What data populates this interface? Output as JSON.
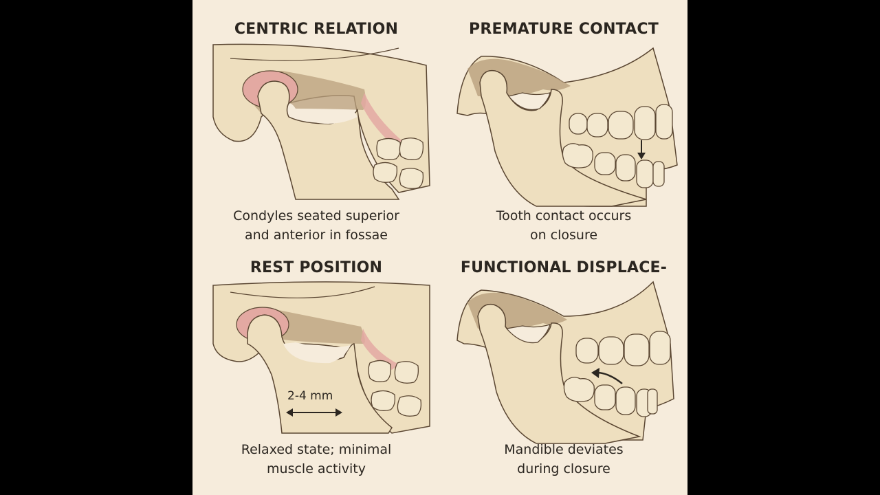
{
  "colors": {
    "background": "#f6ecdc",
    "bone": "#eedfbf",
    "bone_shadow": "#cdb594",
    "fossa": "#b9a07e",
    "disc_pink": "#e3a9a2",
    "outline": "#5a4632",
    "text": "#2b2620",
    "letterbox": "#000000"
  },
  "panels": [
    {
      "id": "centric-relation",
      "title": "CENTRIC RELATION",
      "caption_line1": "Condyles seated superior",
      "caption_line2": "and anterior in fossae"
    },
    {
      "id": "premature-contact",
      "title": "PREMATURE CONTACT",
      "caption_line1": "Tooth contact occurs",
      "caption_line2": "on closure"
    },
    {
      "id": "rest-position",
      "title": "REST POSITION",
      "caption_line1": "Relaxed state; minimal",
      "caption_line2": "muscle activity",
      "measurement": "2-4 mm"
    },
    {
      "id": "functional-displacement",
      "title": "FUNCTIONAL DISPLACE-",
      "caption_line1": "Mandible deviates",
      "caption_line2": "during closure"
    }
  ]
}
